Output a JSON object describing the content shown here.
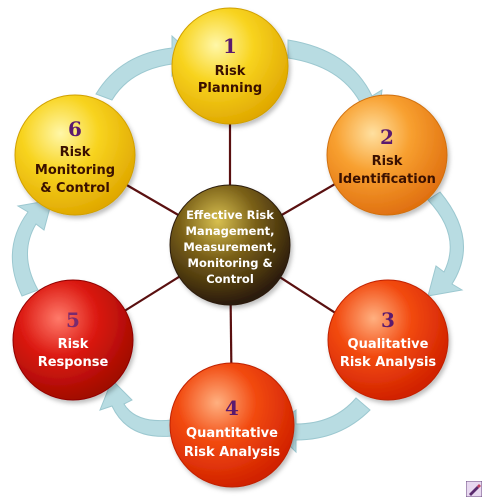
{
  "center": {
    "lines": [
      "Effective Risk",
      "Management,",
      "Measurement,",
      "Monitoring &",
      "Control"
    ]
  },
  "steps": [
    {
      "number": "1",
      "lines": [
        "Risk",
        "Planning"
      ]
    },
    {
      "number": "2",
      "lines": [
        "Risk",
        "Identification"
      ]
    },
    {
      "number": "3",
      "lines": [
        "Qualitative",
        "Risk Analysis"
      ]
    },
    {
      "number": "4",
      "lines": [
        "Quantitative",
        "Risk Analysis"
      ]
    },
    {
      "number": "5",
      "lines": [
        "Risk",
        "Response"
      ]
    },
    {
      "number": "6",
      "lines": [
        "Risk",
        "Monitoring",
        "& Control"
      ]
    }
  ],
  "colors": {
    "yellow": "#f5c518",
    "orange": "#f5a028",
    "red_orange": "#f04a10",
    "red": "#d11a10",
    "arrow": "#b8dce2",
    "spoke": "#5a1010",
    "center": "#5a4a10"
  },
  "icons": {
    "corner": "pen-tool-icon"
  }
}
